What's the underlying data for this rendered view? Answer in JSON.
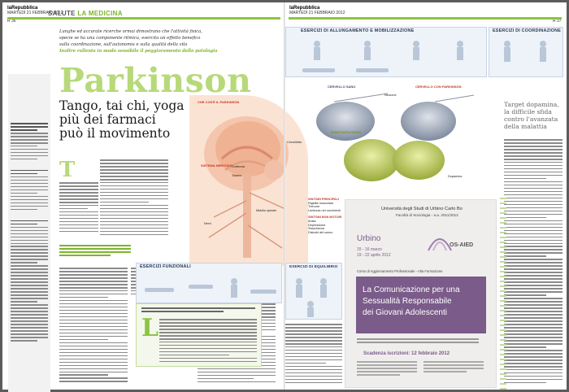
{
  "left_page": {
    "masthead": {
      "brand": "laRepubblica",
      "date": "MARTEDÌ 21 FEBBRAIO 2012"
    },
    "page_number": "R 36",
    "section": {
      "prefix": "SALUTE",
      "name": "LA MEDICINA"
    },
    "kicker": {
      "lines": [
        "Lunghe ed accurate ricerche ormai dimostrano che l'attività fisica,",
        "specie se ha una componente ritmica, esercita un effetto benefico",
        "sulla coordinazione, sull'autonomia e sulla qualità della vita",
        "Inoltre rallenta in modo sensibile il peggioramento della patologia"
      ]
    },
    "title_word": "Parkinson",
    "headline": [
      "Tango, tai chi, yoga",
      "più dei farmaci",
      "può il movimento"
    ],
    "dropcap": "T"
  },
  "infographic": {
    "section_heads": {
      "what_is": "CHE COS'È IL PARKINSON",
      "nervous_system": "SISTEMA NERVOSO",
      "functional": "ESERCIZI FUNZIONALI",
      "balance": "ESERCIZI DI EQUILIBRIO",
      "stretching": "ESERCIZI DI ALLUNGAMENTO E MOBILIZZAZIONE",
      "coordination": "ESERCIZI DI COORDINAZIONE",
      "healthy_brain": "CERVELLO SANO",
      "parkinson_brain": "CERVELLO CON PARKINSON",
      "main_symptoms": "SINTOMI PRINCIPALI",
      "other_symptoms": "SINTOMI NON MOTORI"
    },
    "anatomy_labels": [
      "Corteccia",
      "Talamo",
      "Cervelletto",
      "Midollo spinale",
      "Nervi"
    ],
    "symptoms_main": [
      "Rigidità muscolare",
      "Tremore",
      "Lentezza nei movimenti"
    ],
    "symptoms_other": [
      "Ansia",
      "Depressione",
      "Stanchezza",
      "Disturbi del sonno"
    ],
    "brain_labels": {
      "neuron": "Neurone",
      "dopamine": "Dopamina",
      "substantia": "SUBSTANTIA NIGRA"
    }
  },
  "right_page": {
    "masthead": {
      "brand": "laRepubblica",
      "date": "MARTEDÌ 21 FEBBRAIO 2012"
    },
    "page_number": "R 37",
    "column_headline": [
      "Target dopamina,",
      "la difficile sfida",
      "contro l'avanzata",
      "della malattia"
    ],
    "advert": {
      "university": "Università degli Studi di Urbino Carlo Bo",
      "faculty": "Facoltà di Sociologia - a.a. 2011/2012",
      "city": "Urbino",
      "dates": [
        "15 - 16 marzo",
        "19 - 22 aprile 2012"
      ],
      "logo": "OS-AIED",
      "course": "Corso di Aggiornamento Professionale - Alta Formazione",
      "title_lines": [
        "La Comunicazione per una",
        "Sessualità Responsabile",
        "dei Giovani Adolescenti"
      ],
      "deadline": "Scadenza iscrizioni: 12 febbraio 2012"
    }
  },
  "colors": {
    "accent_green": "#8cc540",
    "title_green": "#b7d97a",
    "advert_purple": "#7a5b89",
    "panel_blue": "#eef3fa"
  }
}
